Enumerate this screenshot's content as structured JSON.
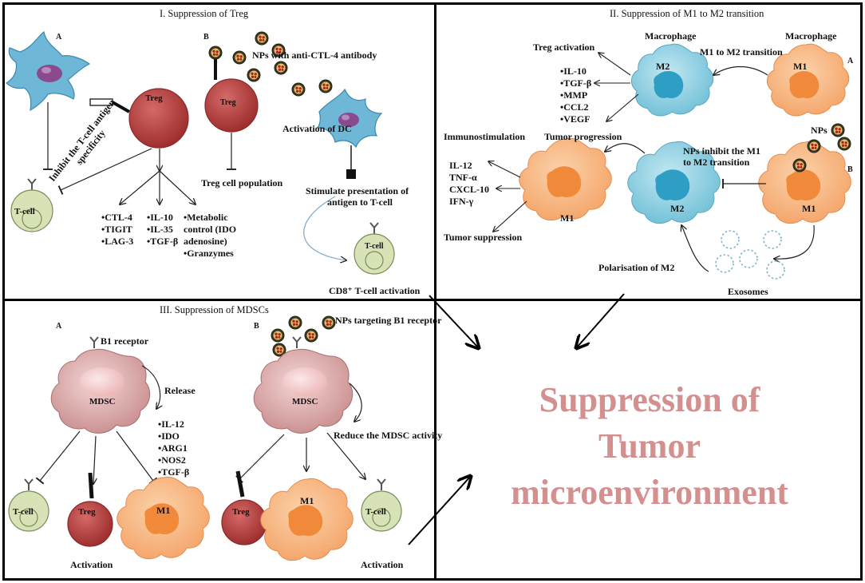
{
  "panel1": {
    "title": "I. Suppression of Treg",
    "label_a": "A",
    "label_b": "B",
    "treg": "Treg",
    "treg_b": "Treg",
    "tcell": "T-cell",
    "tcell_cd8": "T-cell",
    "rotated_text": "Inhibit the T-cell antigen specificity",
    "nps_text": "NPs  with anti-CTL-4 antibody",
    "activation_dc": "Activation of DC",
    "treg_population": "Treg cell population",
    "stimulate": [
      "Stimulate presentation of",
      "antigen to T-cell"
    ],
    "list1": [
      "•CTL-4",
      "•TIGIT",
      "•LAG-3"
    ],
    "list2": [
      "•IL-10",
      "•IL-35",
      "•TGF-β"
    ],
    "list3": [
      "•Metabolic",
      "control (IDO",
      "adenosine)",
      "•Granzymes"
    ],
    "cd8": "CD8⁺ T-cell activation"
  },
  "panel2": {
    "title": "II. Suppression of M1 to M2 transition",
    "macrophage1": "Macrophage",
    "macrophage2": "Macrophage",
    "m1_to_m2": "M1 to M2 transition",
    "label_a": "A",
    "label_b": "B",
    "m2_top": "M2",
    "m1_top": "M1",
    "m2_mid": "M2",
    "m1_left": "M1",
    "m1_right": "M1",
    "treg_activation": "Treg activation",
    "list": [
      "•IL-10",
      "•TGF-β",
      "•MMP",
      "•CCL2",
      "•VEGF"
    ],
    "tumor_progression": "Tumor progression",
    "immunostimulation": "Immunostimulation",
    "cytokines": [
      "IL-12",
      "TNF-α",
      "CXCL-10",
      "IFN-γ"
    ],
    "tumor_suppression": "Tumor suppression",
    "nps": "NPs",
    "nps_inhibit": [
      "NPs inhibit the M1",
      "to M2 transition"
    ],
    "polarisation": "Polarisation of M2",
    "exosomes": "Exosomes"
  },
  "panel3": {
    "title": "III. Suppression of MDSCs",
    "label_a": "A",
    "label_b": "B",
    "b1_receptor": "B1 receptor",
    "nps_b1": "NPs targeting B1 receptor",
    "mdsc_a": "MDSC",
    "mdsc_b": "MDSC",
    "release": "Release",
    "release_list": [
      "•IL-12",
      "•IDO",
      "•ARG1",
      "•NOS2",
      "•TGF-β"
    ],
    "reduce": "Reduce the MDSC activity",
    "tcell_a": "T-cell",
    "treg_a": "Treg",
    "m1_a": "M1",
    "activation_a": "Activation",
    "treg_b": "Treg",
    "m1_b": "M1",
    "tcell_b": "T-cell",
    "activation_b": "Activation"
  },
  "result": {
    "lines": [
      "Suppression of",
      "Tumor",
      "microenvironment"
    ]
  },
  "colors": {
    "treg": "#b5403f",
    "tcell": "#d7e2b7",
    "macro_m2": "#7fc6d9",
    "macro_m1": "#f6b27d",
    "mdsc": "#e3b6b6",
    "dc": "#6fb7d6",
    "result_text": "#d48f8f"
  }
}
